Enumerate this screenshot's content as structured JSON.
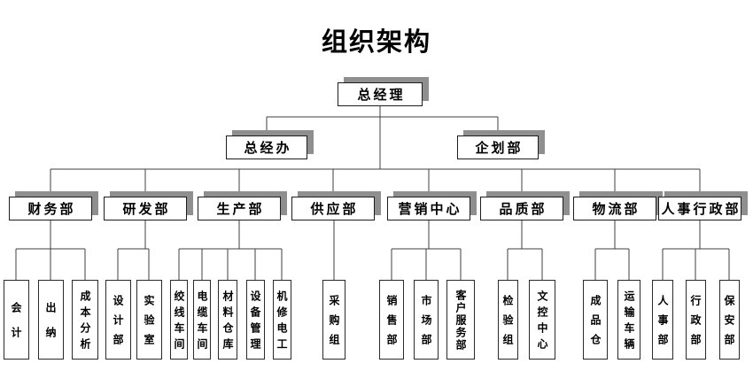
{
  "title": "组织架构",
  "tree": {
    "root": "总经理",
    "staff": [
      "总经办",
      "企划部"
    ],
    "departments": [
      {
        "label": "财务部",
        "children": [
          "会计",
          "出纳",
          "成本分析"
        ]
      },
      {
        "label": "研发部",
        "children": [
          "设计部",
          "实验室"
        ]
      },
      {
        "label": "生产部",
        "children": [
          "绞线车间",
          "电缆车间",
          "材料仓库",
          "设备管理",
          "机修电工"
        ]
      },
      {
        "label": "供应部",
        "children": [
          "采购组"
        ]
      },
      {
        "label": "营销中心",
        "children": [
          "销售部",
          "市场部",
          "客户服务部"
        ]
      },
      {
        "label": "品质部",
        "children": [
          "检验组",
          "文控中心"
        ]
      },
      {
        "label": "物流部",
        "children": [
          "成品仓",
          "运输车辆"
        ]
      },
      {
        "label": "人事行政部",
        "children": [
          "人事部",
          "行政部",
          "保安部"
        ]
      }
    ]
  },
  "colors": {
    "background": "#ffffff",
    "box_border": "#1c1c1c",
    "box_shadow": "#8f8f8f",
    "line": "#3f3f3f",
    "text": "#000000"
  }
}
